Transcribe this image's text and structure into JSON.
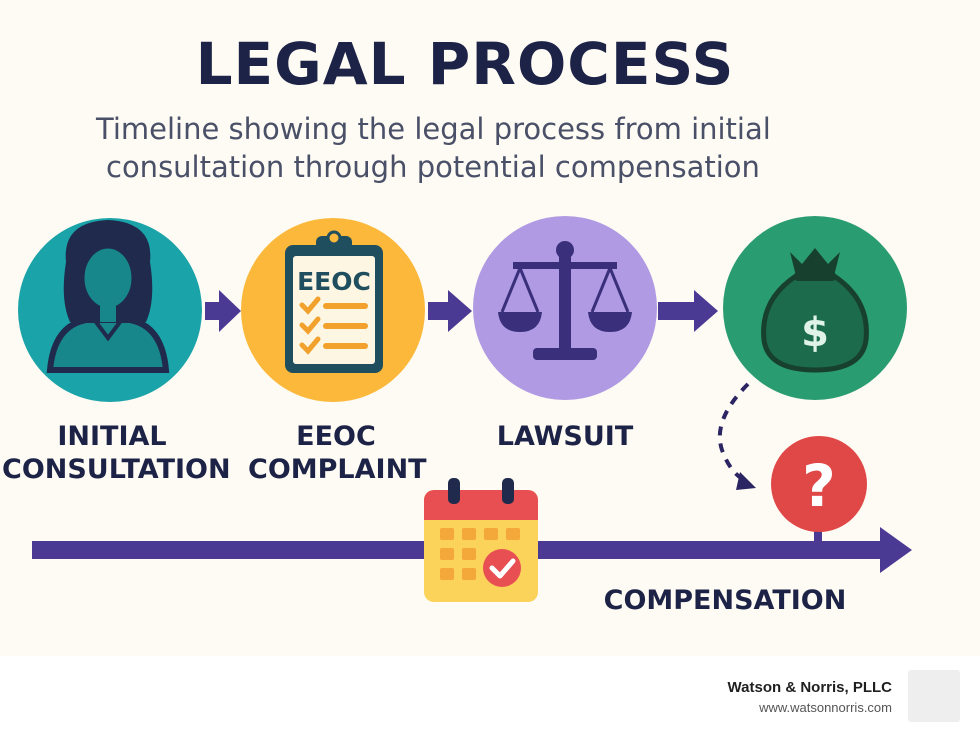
{
  "title": "LEGAL PROCESS",
  "subtitle": {
    "line1": "Timeline showing the legal process from initial",
    "line2": "consultation through potential compensation"
  },
  "steps": [
    {
      "label": "INITIAL\nCONSULTATION",
      "icon": "person-icon",
      "color": "#1aa3a8"
    },
    {
      "label": "EEOC\nCOMPLAINT",
      "icon": "clipboard-icon",
      "color": "#fbb83a",
      "clipboard_text": "EEOC"
    },
    {
      "label": "LAWSUIT",
      "icon": "scales-icon",
      "color": "#b09ae3"
    },
    {
      "label": "",
      "icon": "money-bag-icon",
      "color": "#2a9c72",
      "symbol": "$"
    }
  ],
  "branch": {
    "icon": "question-icon",
    "color": "#e04848",
    "symbol": "?"
  },
  "timeline": {
    "label": "COMPENSATION",
    "icon": "calendar-icon",
    "color": "#4b3a94"
  },
  "footer": {
    "firm_name": "Watson & Norris, PLLC",
    "url": "www.watsonnorris.com"
  }
}
